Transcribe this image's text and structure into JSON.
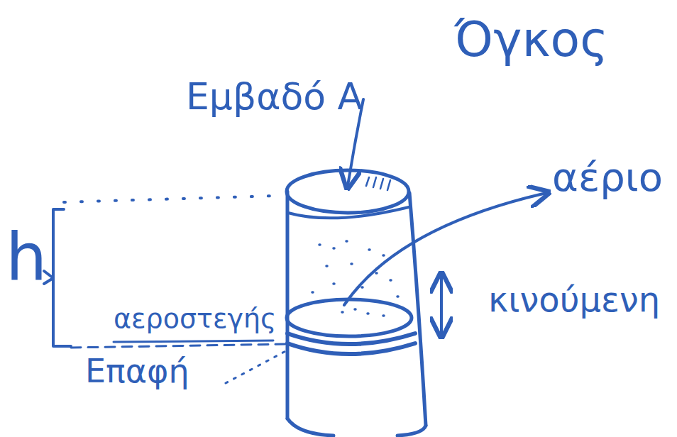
{
  "diagram": {
    "labels": [
      "Όγκος",
      "Εμβαδό A",
      "αέριο",
      "h",
      "κινούμενη",
      "αεροστεγής",
      "Επαφή"
    ]
  }
}
